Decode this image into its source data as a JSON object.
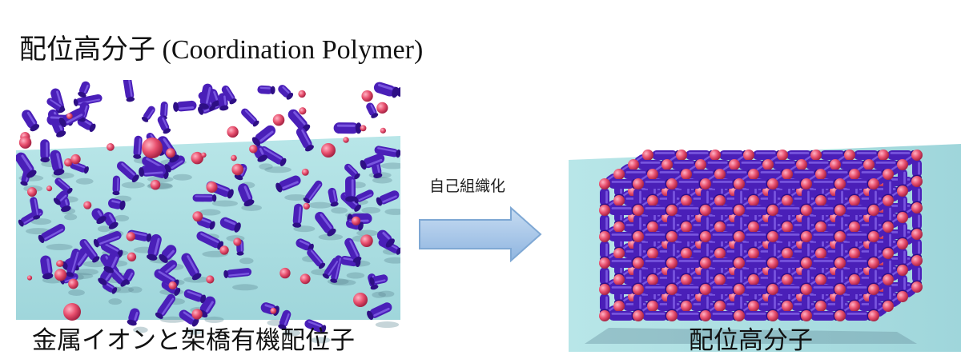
{
  "title": "配位高分子 (Coordination Polymer)",
  "left_panel": {
    "caption": "金属イオンと架橋有機配位子"
  },
  "arrow": {
    "label": "自己組織化"
  },
  "right_panel": {
    "caption": "配位高分子"
  },
  "colors": {
    "water": "#a9dde0",
    "metal_ion": "#e8506e",
    "ligand": "#4a1fb8",
    "arrow_fill": "#a8c8ea",
    "arrow_stroke": "#7fa8d4"
  }
}
